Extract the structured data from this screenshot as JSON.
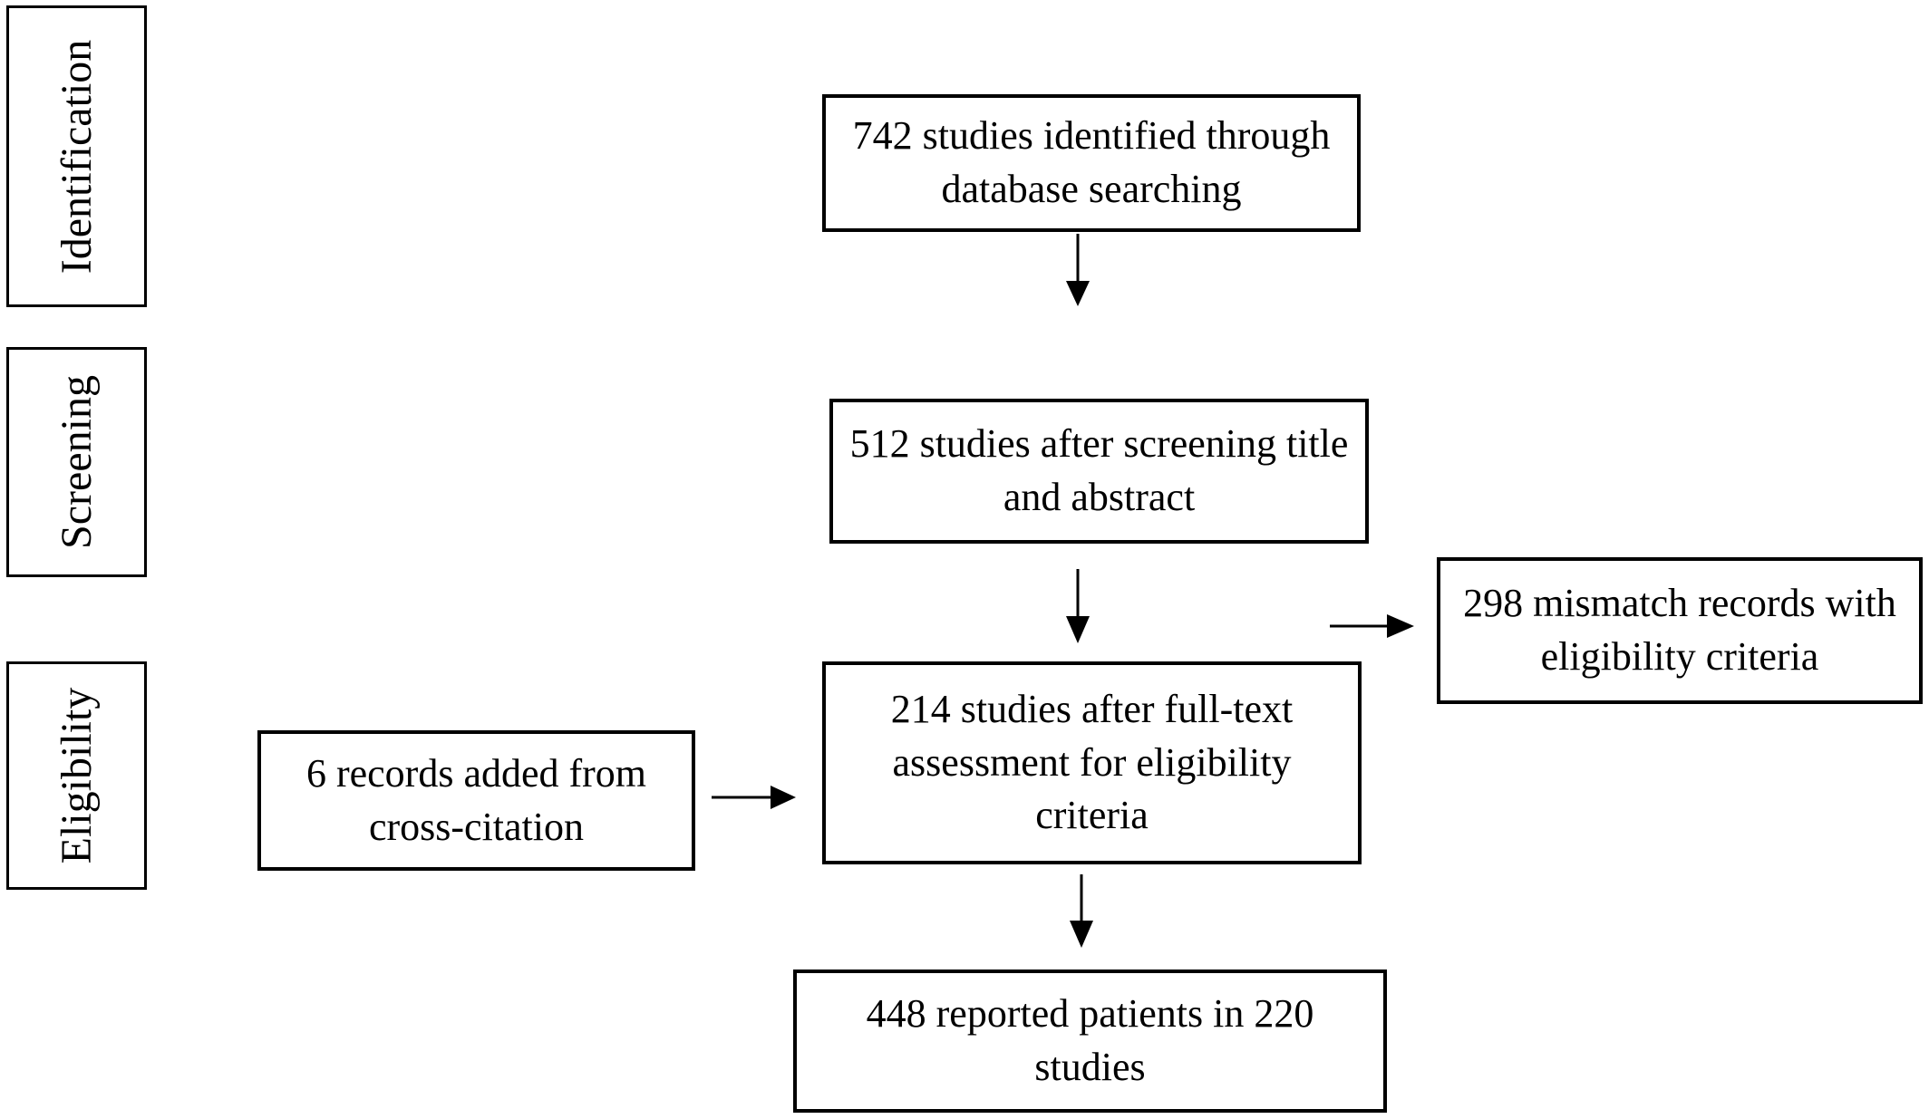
{
  "stages": {
    "identification": "Identification",
    "screening": "Screening",
    "eligibility": "Eligibility"
  },
  "boxes": {
    "identified": "742 studies identified through database searching",
    "screened": "512 studies after screening title and abstract",
    "mismatch": "298 mismatch records with eligibility criteria",
    "full_text": "214 studies after full-text assessment for eligibility criteria",
    "cross_citation": "6 records added from cross-citation",
    "reported": "448 reported patients in 220 studies"
  }
}
